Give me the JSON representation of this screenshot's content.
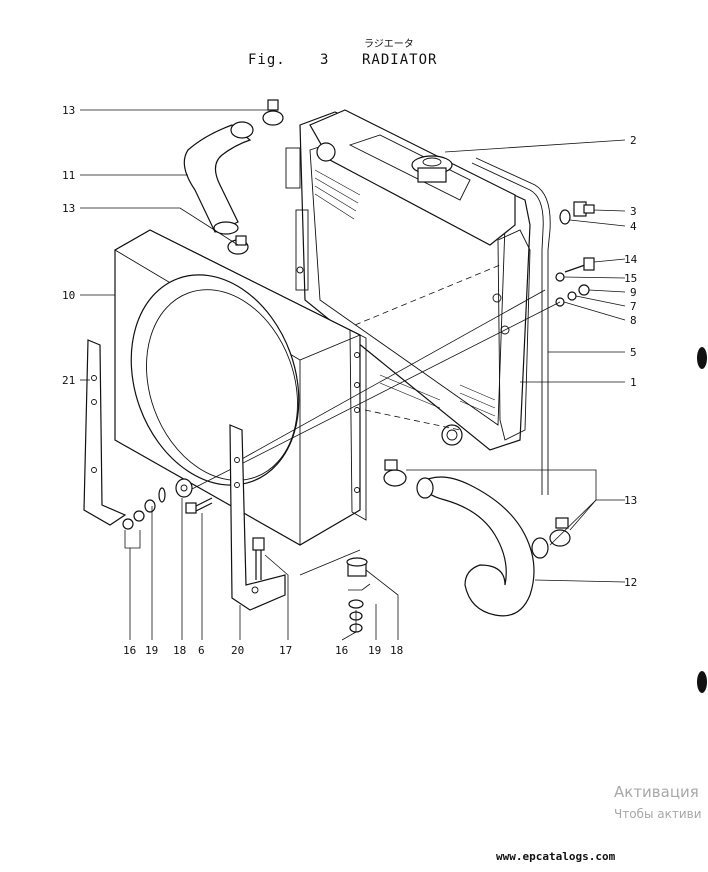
{
  "header": {
    "fig_label": "Fig.",
    "fig_number": "3",
    "title": "RADIATOR",
    "title_jp": "ラジエータ"
  },
  "callouts": {
    "c1": "1",
    "c2": "2",
    "c3": "3",
    "c4": "4",
    "c5": "5",
    "c6": "6",
    "c7": "7",
    "c8": "8",
    "c9": "9",
    "c10": "10",
    "c11": "11",
    "c12": "12",
    "c13a": "13",
    "c13b": "13",
    "c13c": "13",
    "c14": "14",
    "c15": "15",
    "c16a": "16",
    "c16b": "16",
    "c17": "17",
    "c18a": "18",
    "c18b": "18",
    "c19a": "19",
    "c19b": "19",
    "c20": "20",
    "c21": "21"
  },
  "watermark": {
    "line1": "Активация",
    "line2": "Чтобы активи"
  },
  "footer": {
    "site": "www.epcatalogs.com"
  }
}
